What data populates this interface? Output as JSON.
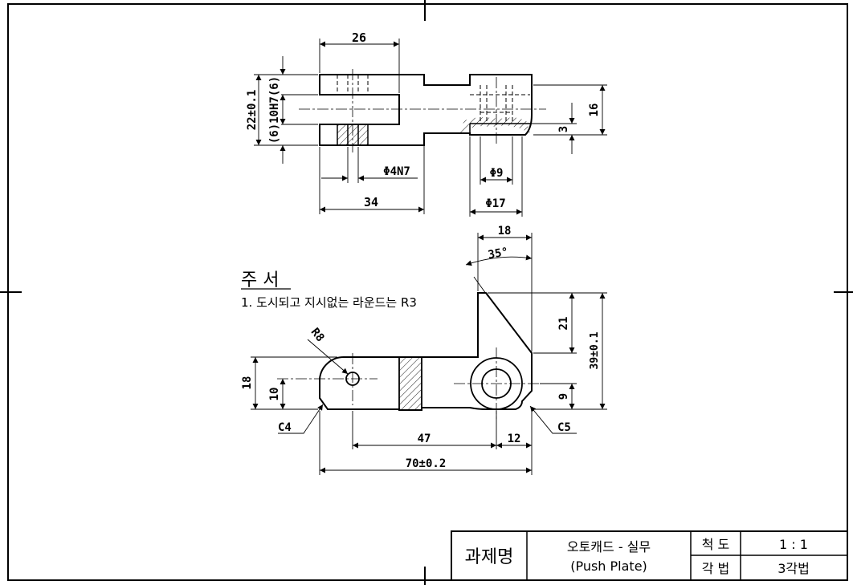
{
  "notes": {
    "title": "주 서",
    "line1": "1. 도시되고 지시없는 라운드는 R3"
  },
  "top_view": {
    "dim_26": "26",
    "dim_22": "22±0.1",
    "dim_hole": "(6)10H7(6)",
    "dim_phi4": "Φ4N7",
    "dim_34": "34",
    "dim_phi9": "Φ9",
    "dim_phi17": "Φ17",
    "dim_16": "16",
    "dim_3": "3"
  },
  "front_view": {
    "dim_18_top": "18",
    "dim_35": "35°",
    "dim_21": "21",
    "dim_39": "39±0.1",
    "dim_9": "9",
    "dim_R8": "R8",
    "dim_18_left": "18",
    "dim_10": "10",
    "dim_C4": "C4",
    "dim_C5": "C5",
    "dim_47": "47",
    "dim_12": "12",
    "dim_70": "70±0.2"
  },
  "title_block": {
    "project_label": "과제명",
    "name_ko": "오토캐드 - 실무",
    "name_en": "(Push Plate)",
    "scale_label": "척 도",
    "scale_value": "1 : 1",
    "projection_label": "각 법",
    "projection_value": "3각법"
  }
}
